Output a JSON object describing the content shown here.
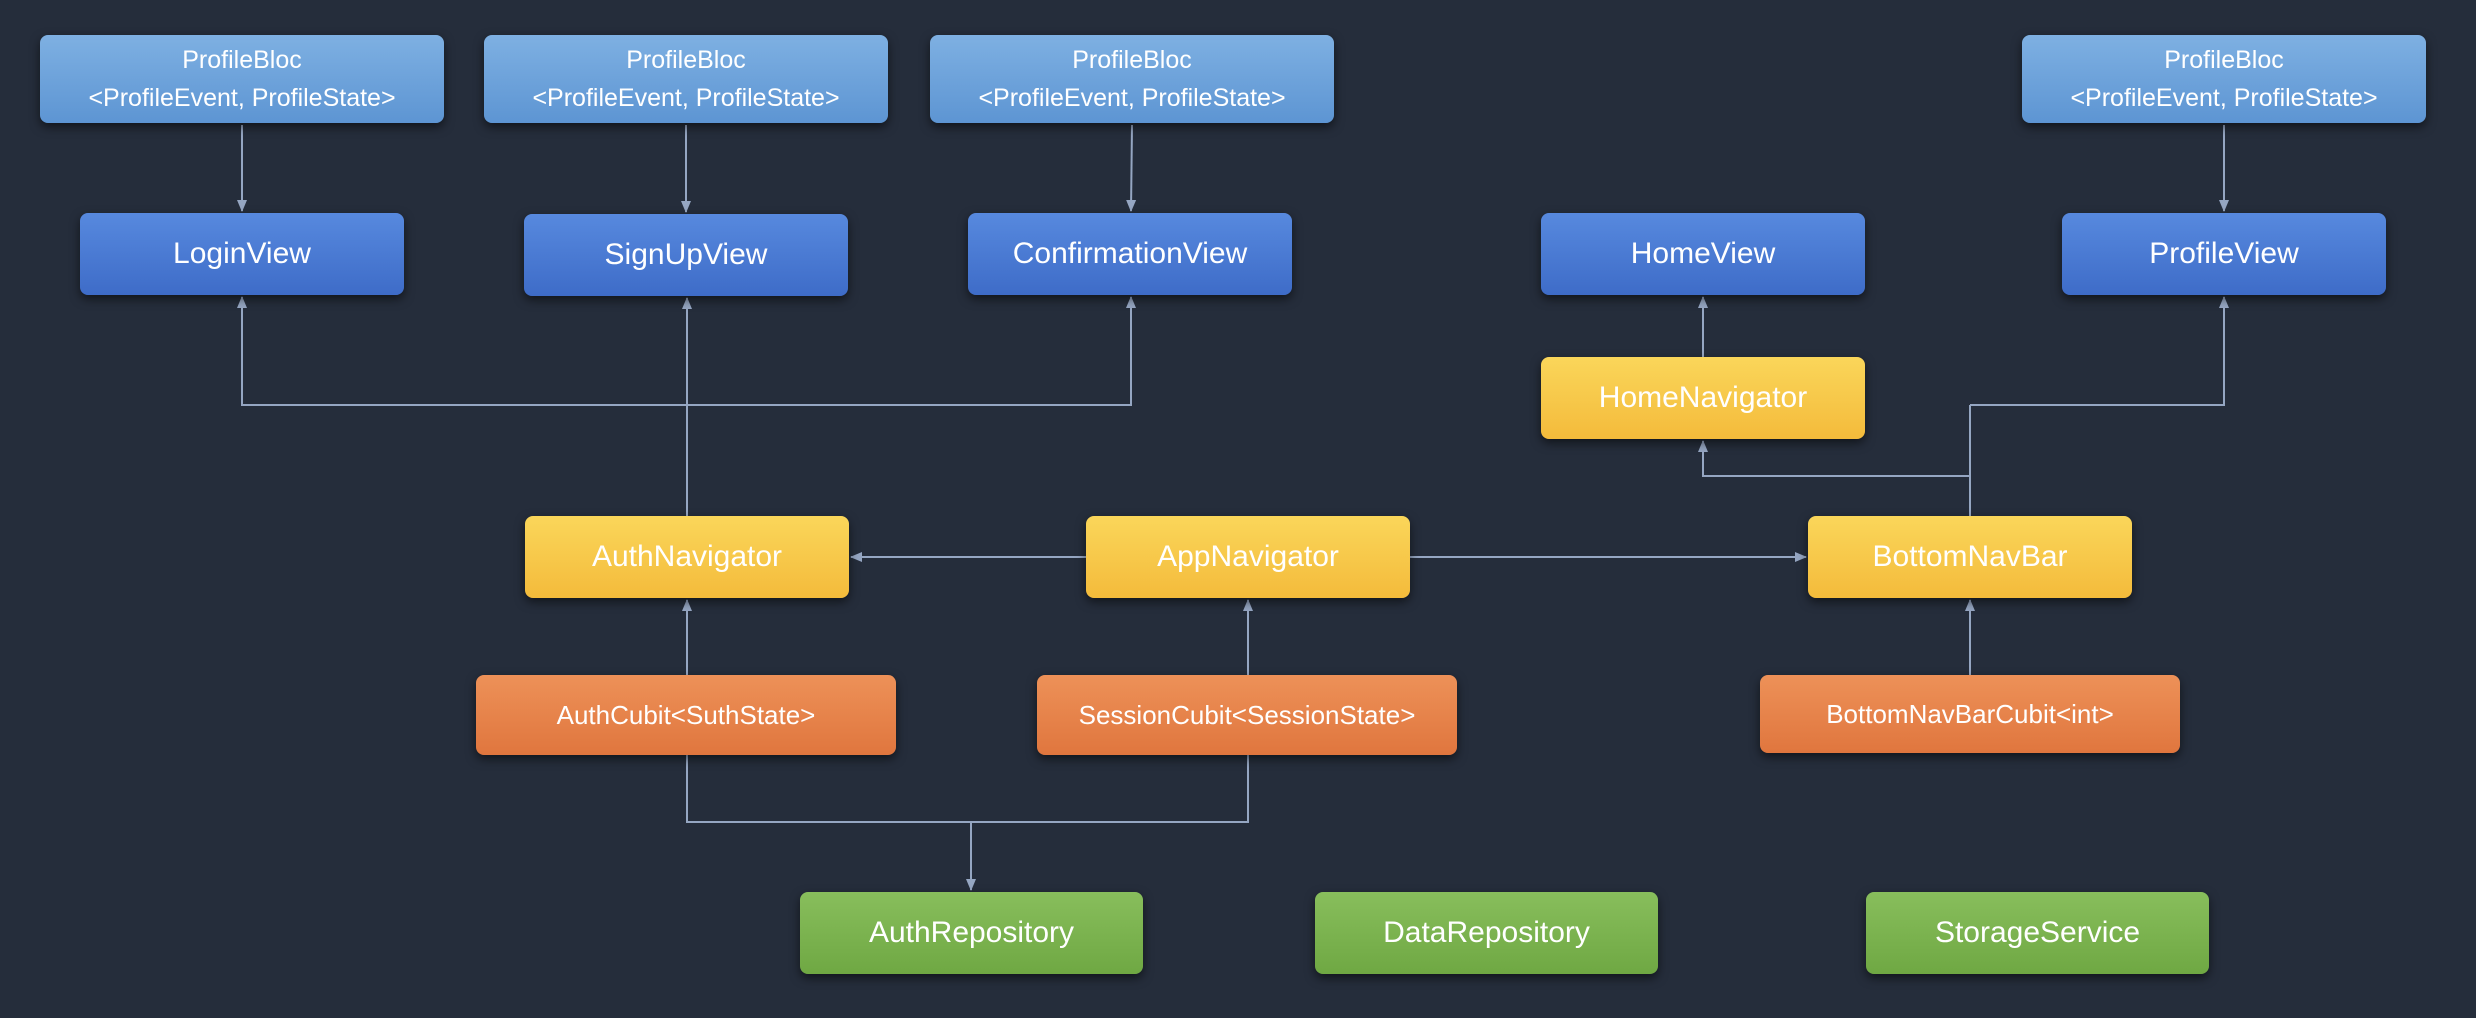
{
  "colors": {
    "background": "#252d3b",
    "bloc": "#6ba1da",
    "view": "#4a7bd3",
    "navigator": "#f7c94a",
    "cubit": "#e8834a",
    "repository": "#7bb24f",
    "connector": "#95a6c2"
  },
  "nodes": {
    "bloc_login": "ProfileBloc\n<ProfileEvent, ProfileState>",
    "bloc_signup": "ProfileBloc\n<ProfileEvent, ProfileState>",
    "bloc_confirmation": "ProfileBloc\n<ProfileEvent, ProfileState>",
    "bloc_profile": "ProfileBloc\n<ProfileEvent, ProfileState>",
    "login_view": "LoginView",
    "signup_view": "SignUpView",
    "confirmation_view": "ConfirmationView",
    "home_view": "HomeView",
    "profile_view": "ProfileView",
    "home_navigator": "HomeNavigator",
    "auth_navigator": "AuthNavigator",
    "app_navigator": "AppNavigator",
    "bottom_nav_bar": "BottomNavBar",
    "auth_cubit": "AuthCubit<SuthState>",
    "session_cubit": "SessionCubit<SessionState>",
    "bottom_nav_bar_cubit": "BottomNavBarCubit<int>",
    "auth_repository": "AuthRepository",
    "data_repository": "DataRepository",
    "storage_service": "StorageService"
  },
  "edges": [
    {
      "from": "bloc_login",
      "to": "login_view"
    },
    {
      "from": "bloc_signup",
      "to": "signup_view"
    },
    {
      "from": "bloc_confirmation",
      "to": "confirmation_view"
    },
    {
      "from": "bloc_profile",
      "to": "profile_view"
    },
    {
      "from": "auth_navigator",
      "to": "login_view"
    },
    {
      "from": "auth_navigator",
      "to": "signup_view"
    },
    {
      "from": "auth_navigator",
      "to": "confirmation_view"
    },
    {
      "from": "home_navigator",
      "to": "home_view"
    },
    {
      "from": "bottom_nav_bar",
      "to": "home_navigator"
    },
    {
      "from": "bottom_nav_bar",
      "to": "profile_view"
    },
    {
      "from": "app_navigator",
      "to": "auth_navigator"
    },
    {
      "from": "app_navigator",
      "to": "bottom_nav_bar"
    },
    {
      "from": "auth_cubit",
      "to": "auth_navigator"
    },
    {
      "from": "session_cubit",
      "to": "app_navigator"
    },
    {
      "from": "bottom_nav_bar_cubit",
      "to": "bottom_nav_bar"
    },
    {
      "from": "auth_cubit",
      "to": "auth_repository"
    },
    {
      "from": "session_cubit",
      "to": "auth_repository"
    }
  ]
}
